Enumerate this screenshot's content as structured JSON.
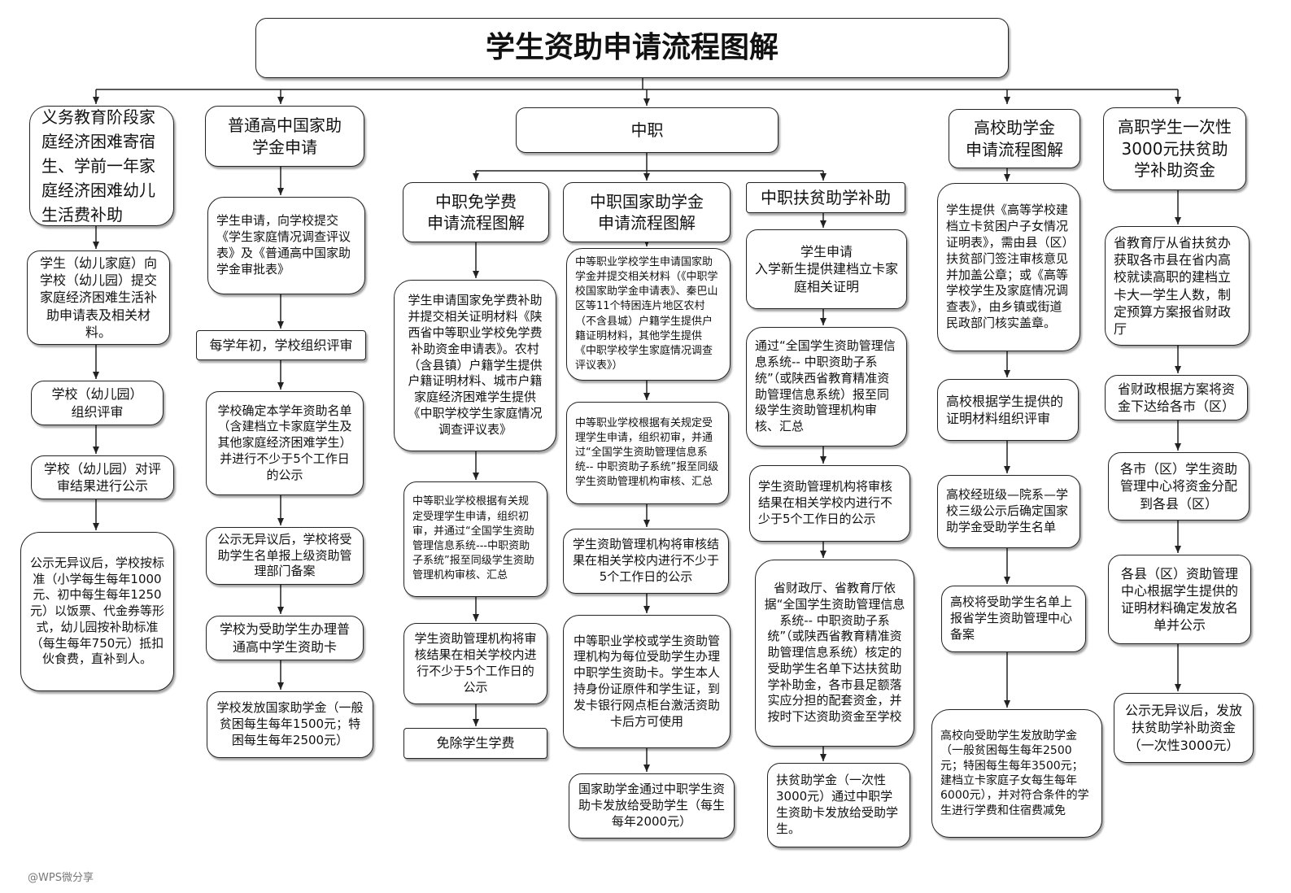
{
  "title": "学生资助申请流程图解",
  "watermark": "@WPS微分享",
  "columns": {
    "compulsory": {
      "header": "义务教育阶段家庭经济困难寄宿生、学前一年家庭经济困难幼儿生活费补助",
      "steps": [
        "学生（幼儿家庭）向学校（幼儿园）提交家庭经济困难生活补助申请表及相关材料。",
        "学校（幼儿园）\n组织评审",
        "学校（幼儿园）对评审结果进行公示",
        "公示无异议后，学校按标准（小学每生每年1000元、初中每生每年1250元）以饭票、代金券等形式，幼儿园按补助标准（每生每年750元）抵扣伙食费，直补到人。"
      ]
    },
    "high_school": {
      "header": "普通高中国家助\n学金申请",
      "steps": [
        "学生申请，向学校提交《学生家庭情况调查评议表》及《普通高中国家助学金审批表》",
        "每学年初，学校组织评审",
        "学校确定本学年资助名单（含建档立卡家庭学生及其他家庭经济困难学生）并进行不少于5个工作日的公示",
        "公示无异议后，学校将受助学生名单报上级资助管理部门备案",
        "学校为受助学生办理普通高中学生资助卡",
        "学校发放国家助学金（一般贫困每生每年1500元；特困每生每年2500元）"
      ]
    },
    "vocational": {
      "header": "中职",
      "tuition": {
        "header": "中职免学费\n申请流程图解",
        "steps": [
          "学生申请国家免学费补助并提交相关证明材料《陕西省中等职业学校免学费补助资金申请表》。农村（含县镇）户籍学生提供户籍证明材料、城市户籍家庭经济困难学生提供《中职学校学生家庭情况调查评议表》",
          "中等职业学校根据有关规定受理学生申请，组织初审，并通过“全国学生资助管理信息系统---中职资助子系统”报至同级学生资助管理机构审核、汇总",
          "学生资助管理机构将审核结果在相关学校内进行不少于5个工作日的公示",
          "免除学生学费"
        ]
      },
      "grant": {
        "header": "中职国家助学金\n申请流程图解",
        "steps": [
          "中等职业学校学生申请国家助学金并提交相关材料（《中职学校国家助学金申请表》、秦巴山区等11个特困连片地区农村（不含县城）户籍学生提供户籍证明材料，其他学生提供《中职学校学生家庭情况调查评议表》）",
          "中等职业学校根据有关规定受理学生申请，组织初审，并通过“全国学生资助管理信息系统-- 中职资助子系统”报至同级学生资助管理机构审核、汇总",
          "学生资助管理机构将审核结果在相关学校内进行不少于5个工作日的公示",
          "中等职业学校或学生资助管理机构为每位受助学生办理中职学生资助卡。学生本人持身份证原件和学生证，到发卡银行网点柜台激活资助卡后方可使用",
          "国家助学金通过中职学生资助卡发放给受助学生（每生每年2000元）"
        ]
      },
      "poverty": {
        "header": "中职扶贫助学补助",
        "steps": [
          "学生申请\n入学新生提供建档立卡家庭相关证明",
          "通过“全国学生资助管理信息系统-- 中职资助子系统”（或陕西省教育精准资助管理信息系统）报至同级学生资助管理机构审核、汇总",
          "学生资助管理机构将审核结果在相关学校内进行不少于5个工作日的公示",
          "省财政厅、省教育厅依据“全国学生资助管理信息系统-- 中职资助子系统”（或陕西省教育精准资助管理信息系统）核定的受助学生名单下达扶贫助学补助金，各市县足额落实应分担的配套资金，并按时下达资助资金至学校",
          "扶贫助学金（一次性3000元）通过中职学生资助卡发放给受助学生。"
        ]
      }
    },
    "university": {
      "header": "高校助学金\n申请流程图解",
      "steps": [
        "学生提供《高等学校建档立卡贫困户子女情况证明表》，需由县（区）扶贫部门签注审核意见并加盖公章；或《高等学校学生及家庭情况调查表》，由乡镇或街道民政部门核实盖章。",
        "高校根据学生提供的证明材料组织评审",
        "高校经班级—院系—学校三级公示后确定国家助学金受助学生名单",
        "高校将受助学生名单上报省学生资助管理中心备案",
        "高校向受助学生发放助学金（一般贫困每生每年2500元；特困每生每年3500元；建档立卡家庭子女每生每年6000元），并对符合条件的学生进行学费和住宿费减免"
      ]
    },
    "higher_vocational": {
      "header": "高职学生一次性\n3000元扶贫助\n学补助资金",
      "steps": [
        "省教育厅从省扶贫办获取各市县在省内高校就读高职的建档立卡大一学生人数，制定预算方案报省财政厅",
        "省财政根据方案将资金下达给各市（区）",
        "各市（区）学生资助管理中心将资金分配到各县（区）",
        "各县（区）资助管理中心根据学生提供的证明材料确定发放名单并公示",
        "公示无异议后，发放扶贫助学补助资金（一次性3000元）"
      ]
    }
  }
}
